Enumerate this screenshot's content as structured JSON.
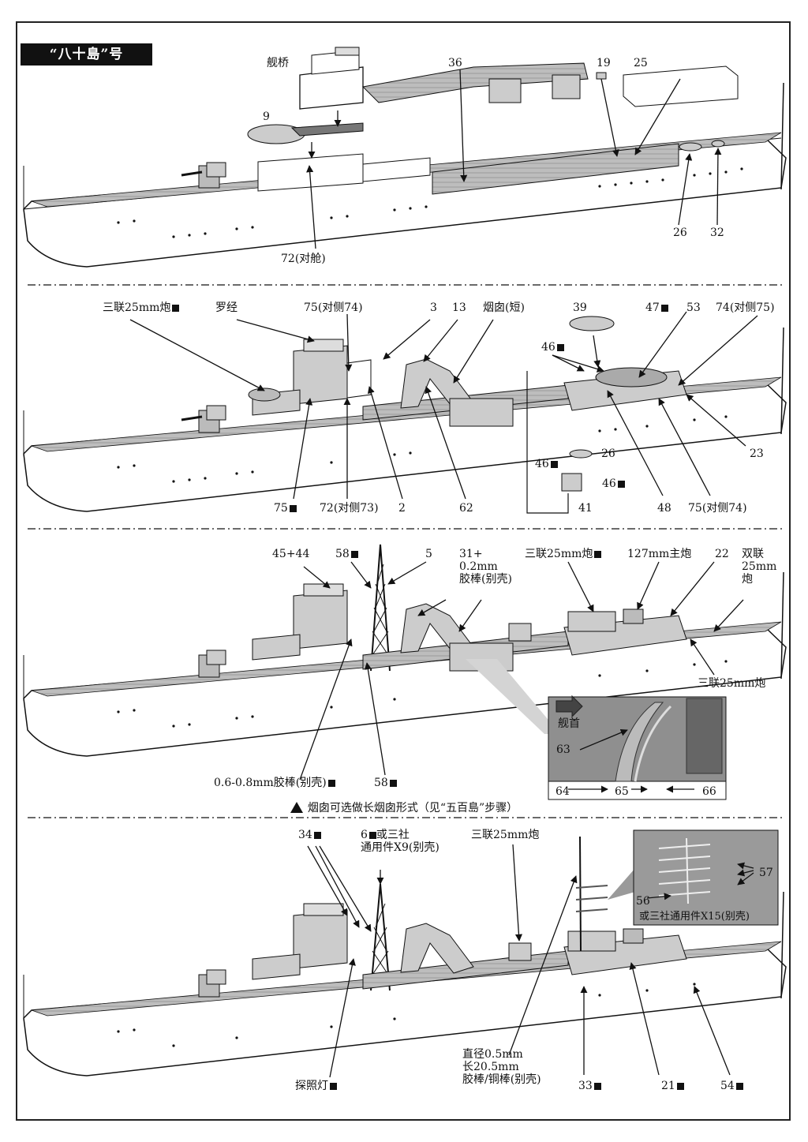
{
  "title": "“八十島”号",
  "panel1": {
    "labels": {
      "bridge": "舰桥",
      "p9": "9",
      "p36": "36",
      "p19": "19",
      "p25": "25",
      "p26": "26",
      "p32": "32",
      "p72": "72(对舱)"
    }
  },
  "panel2": {
    "labels": {
      "triple25": "三联25mm炮",
      "compass": "罗经",
      "p75a": "75(对侧74)",
      "p3": "3",
      "p13": "13",
      "funnel_short": "烟囱(短)",
      "p39": "39",
      "p47": "47",
      "p53": "53",
      "p74": "74(对侧75)",
      "p46a": "46",
      "p46b": "46",
      "p46c": "46",
      "p26": "26",
      "p23": "23",
      "p75b": "75",
      "p72": "72(对侧73)",
      "p2": "2",
      "p62": "62",
      "p41": "41",
      "p48": "48",
      "p75c": "75(对侧74)"
    }
  },
  "panel3": {
    "labels": {
      "p45": "45+44",
      "p58a": "58",
      "p5": "5",
      "p31_line1": "31+",
      "p31_line2": "0.2mm",
      "p31_line3": "胶棒(别壳)",
      "triple25": "三联25mm炮",
      "main127": "127mm主炮",
      "p22": "22",
      "twin_line1": "双联",
      "twin_line2": "25mm",
      "twin_line3": "炮",
      "triple25b": "三联25mm炮",
      "bow": "舰首",
      "p63": "63",
      "p64": "64",
      "p65": "65",
      "p66": "66",
      "rod": "0.6-0.8mm胶棒(别壳)",
      "p58b": "58"
    },
    "note": "烟囱可选做长烟囱形式（见“五百島”步骤）"
  },
  "panel4": {
    "labels": {
      "p34": "34",
      "p6_line1": "6",
      "p6_line1b": "或三社",
      "p6_line2": "通用件X9(别壳)",
      "triple25": "三联25mm炮",
      "p57": "57",
      "p56": "56",
      "generic15": "或三社通用件X15(别壳)",
      "mast_line1": "直径0.5mm",
      "mast_line2": "长20.5mm",
      "mast_line3": "胶棒/铜棒(别壳)",
      "searchlight": "探照灯",
      "p33": "33",
      "p21": "21",
      "p54": "54"
    }
  },
  "colors": {
    "line": "#111111",
    "hull": "#ffffff",
    "part_gray": "#c9c9c9",
    "deck_gray": "#b7b7b7",
    "photo_gray": "#8f8f8f"
  }
}
